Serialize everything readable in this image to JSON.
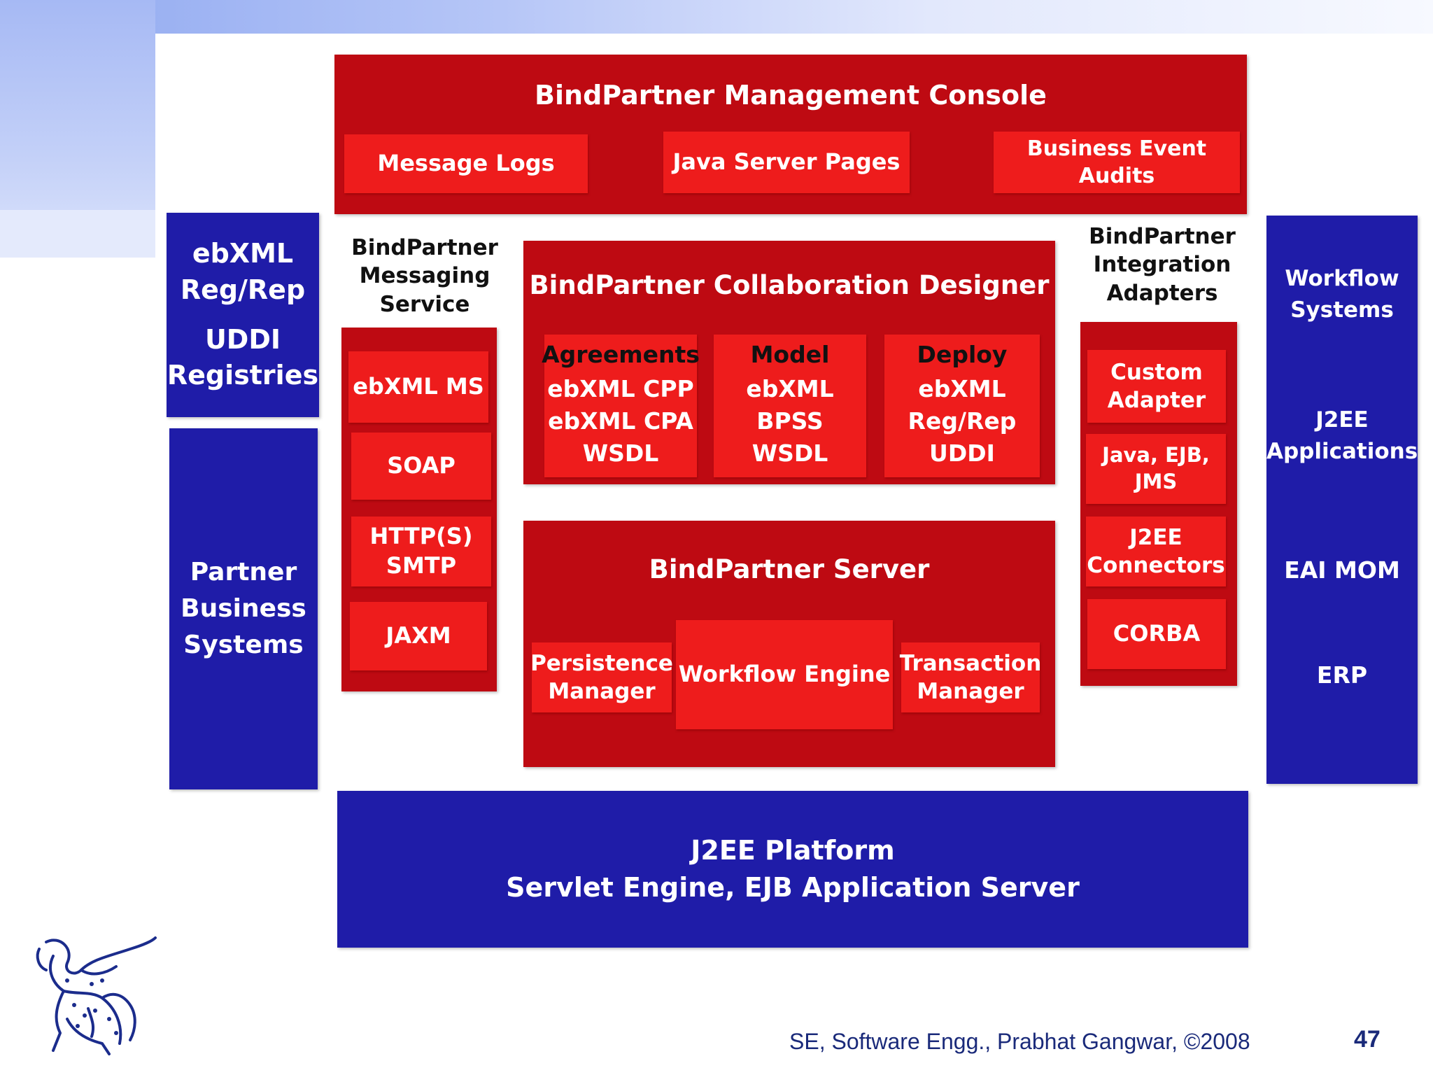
{
  "management_console": {
    "title": "BindPartner Management Console",
    "items": [
      "Message Logs",
      "Java Server Pages",
      "Business Event Audits"
    ]
  },
  "left_registry": {
    "line1": "ebXML\nReg/Rep",
    "line2": "UDDI\nRegistries"
  },
  "partner_business": {
    "label": "Partner\nBusiness\nSystems"
  },
  "messaging_service": {
    "title": "BindPartner\nMessaging\nService",
    "items": [
      "ebXML MS",
      "SOAP",
      "HTTP(S)\nSMTP",
      "JAXM"
    ]
  },
  "collaboration_designer": {
    "title": "BindPartner Collaboration Designer",
    "columns": [
      {
        "head": "Agreements",
        "body": "ebXML CPP\nebXML CPA\nWSDL"
      },
      {
        "head": "Model",
        "body": "ebXML BPSS\nWSDL"
      },
      {
        "head": "Deploy",
        "body": "ebXML\nReg/Rep\nUDDI"
      }
    ]
  },
  "server": {
    "title": "BindPartner Server",
    "items": [
      "Persistence\nManager",
      "Workflow Engine",
      "Transaction\nManager"
    ]
  },
  "integration_adapters": {
    "title": "BindPartner\nIntegration\nAdapters",
    "items": [
      "Custom\nAdapter",
      "Java, EJB, JMS",
      "J2EE\nConnectors",
      "CORBA"
    ]
  },
  "right_systems": {
    "items": [
      "Workflow\nSystems",
      "J2EE\nApplications",
      "EAI MOM",
      "ERP"
    ]
  },
  "platform": {
    "line1": "J2EE Platform",
    "line2": "Servlet Engine, EJB Application Server"
  },
  "footer": {
    "text": "SE, Software Engg., Prabhat Gangwar,  ©2008",
    "page_number": "47"
  },
  "colors": {
    "dark_red": "#be0a12",
    "bright_red": "#ee1c1c",
    "navy": "#1f1ca8"
  },
  "icons": {
    "logo": "griffin-logo"
  }
}
